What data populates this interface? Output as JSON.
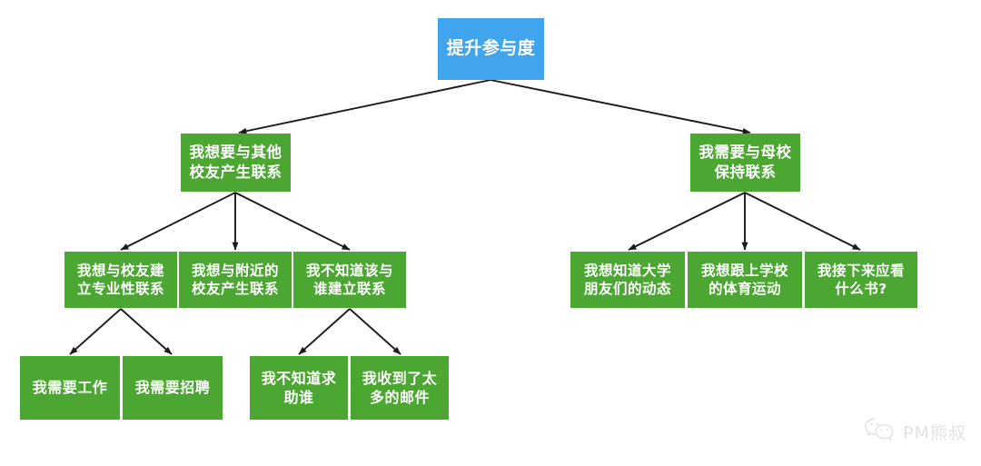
{
  "diagram": {
    "type": "tree",
    "orientation": "top-down",
    "colors": {
      "root_fill": "#41A5EE",
      "node_fill": "#4CA632",
      "node_text": "#FFFFFF",
      "edge": "#1A1A1A",
      "background": "#FFFFFF"
    },
    "nodes": {
      "root": {
        "id": "root",
        "label": "提升参与度",
        "level": 1
      },
      "l2_left": {
        "id": "l2_left",
        "label": "我想要与其他校友产生联系",
        "lines": [
          "我想要与其他",
          "校友产生联系"
        ],
        "level": 2
      },
      "l2_right": {
        "id": "l2_right",
        "label": "我需要与母校保持联系",
        "lines": [
          "我需要与母校",
          "保持联系"
        ],
        "level": 2
      },
      "l3_a": {
        "id": "l3_a",
        "label": "我想与校友建立专业性联系",
        "lines": [
          "我想与校友建",
          "立专业性联系"
        ],
        "level": 3
      },
      "l3_b": {
        "id": "l3_b",
        "label": "我想与附近的校友产生联系",
        "lines": [
          "我想与附近的",
          "校友产生联系"
        ],
        "level": 3
      },
      "l3_c": {
        "id": "l3_c",
        "label": "我不知道该与谁建立联系",
        "lines": [
          "我不知道该与",
          "谁建立联系"
        ],
        "level": 3
      },
      "l3_d": {
        "id": "l3_d",
        "label": "我想知道大学朋友们的动态",
        "lines": [
          "我想知道大学",
          "朋友们的动态"
        ],
        "level": 3
      },
      "l3_e": {
        "id": "l3_e",
        "label": "我想跟上学校的体育运动",
        "lines": [
          "我想跟上学校",
          "的体育运动"
        ],
        "level": 3
      },
      "l3_f": {
        "id": "l3_f",
        "label": "我接下来应看什么书?",
        "lines": [
          "我接下来应看",
          "什么书?"
        ],
        "level": 3
      },
      "l4_a": {
        "id": "l4_a",
        "label": "我需要工作",
        "lines": [
          "我需要工作"
        ],
        "level": 4
      },
      "l4_b": {
        "id": "l4_b",
        "label": "我需要招聘",
        "lines": [
          "我需要招聘"
        ],
        "level": 4
      },
      "l4_c": {
        "id": "l4_c",
        "label": "我不知道求助谁",
        "lines": [
          "我不知道求",
          "助谁"
        ],
        "level": 4
      },
      "l4_d": {
        "id": "l4_d",
        "label": "我收到了太多的邮件",
        "lines": [
          "我收到了太",
          "多的邮件"
        ],
        "level": 4
      }
    },
    "edges": [
      {
        "from": "root",
        "to": "l2_left"
      },
      {
        "from": "root",
        "to": "l2_right"
      },
      {
        "from": "l2_left",
        "to": "l3_a"
      },
      {
        "from": "l2_left",
        "to": "l3_b"
      },
      {
        "from": "l2_left",
        "to": "l3_c"
      },
      {
        "from": "l2_right",
        "to": "l3_d"
      },
      {
        "from": "l2_right",
        "to": "l3_e"
      },
      {
        "from": "l2_right",
        "to": "l3_f"
      },
      {
        "from": "l3_a",
        "to": "l4_a"
      },
      {
        "from": "l3_a",
        "to": "l4_b"
      },
      {
        "from": "l3_c",
        "to": "l4_c"
      },
      {
        "from": "l3_c",
        "to": "l4_d"
      }
    ]
  },
  "watermark": {
    "icon": "wechat-icon",
    "label": "PM熊叔"
  }
}
